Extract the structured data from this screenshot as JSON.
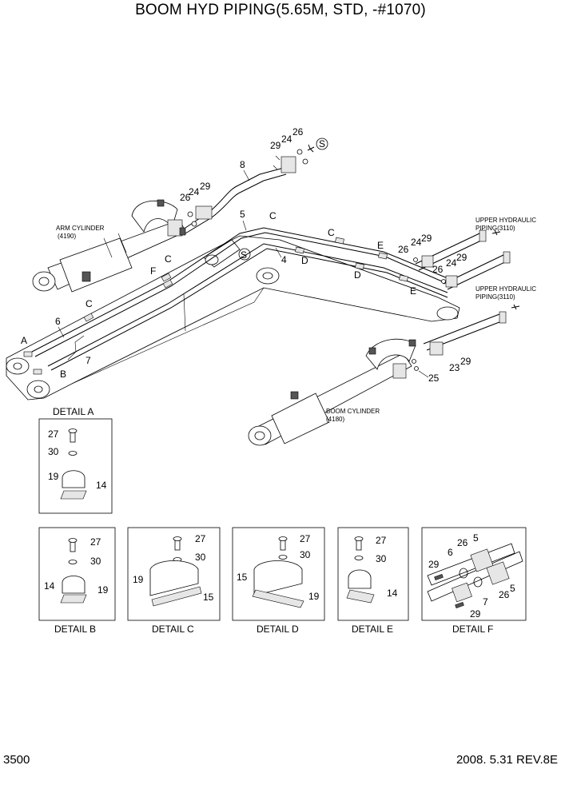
{
  "title": "BOOM HYD PIPING(5.65M, STD, -#1070)",
  "page_number": "3500",
  "revision_date": "2008. 5.31  REV.8E",
  "labels": {
    "arm_cylinder": "ARM CYLINDER",
    "arm_cylinder_code": "(4190)",
    "boom_cylinder": "BOOM CYLINDER",
    "boom_cylinder_code": "(4180)",
    "upper_hydraulic_1": "UPPER HYDRAULIC",
    "upper_hydraulic_1_code": "PIPING(3110)",
    "upper_hydraulic_2": "UPPER HYDRAULIC",
    "upper_hydraulic_2_code": "PIPING(3110)"
  },
  "callouts": {
    "p8": "8",
    "p29a": "29",
    "p24a": "24",
    "p26a": "26",
    "sA": "S",
    "p26b": "26",
    "p24b": "24",
    "p29b": "29",
    "p5": "5",
    "cC1": "C",
    "cC2": "C",
    "cC3": "C",
    "cC4": "C",
    "sB": "S",
    "p4": "4",
    "cD1": "D",
    "cD2": "D",
    "cE1": "E",
    "cE2": "E",
    "p26c": "26",
    "p24c": "24",
    "p29c": "29",
    "p24d": "24",
    "p29d": "29",
    "p26d": "26",
    "cF": "F",
    "p6": "6",
    "cA": "A",
    "cB": "B",
    "p7": "7",
    "p23": "23",
    "p29e": "29",
    "p25": "25"
  },
  "details": {
    "A": {
      "title": "DETAIL  A",
      "parts": [
        "27",
        "30",
        "19",
        "14"
      ]
    },
    "B": {
      "title": "DETAIL  B",
      "parts": [
        "27",
        "30",
        "14",
        "19"
      ]
    },
    "C": {
      "title": "DETAIL  C",
      "parts": [
        "27",
        "30",
        "19",
        "15"
      ]
    },
    "D": {
      "title": "DETAIL  D",
      "parts": [
        "27",
        "30",
        "15",
        "19"
      ]
    },
    "E": {
      "title": "DETAIL  E",
      "parts": [
        "27",
        "30",
        "14"
      ]
    },
    "F": {
      "title": "DETAIL  F",
      "parts": [
        "26",
        "5",
        "6",
        "29",
        "26",
        "5",
        "7",
        "29"
      ]
    }
  }
}
